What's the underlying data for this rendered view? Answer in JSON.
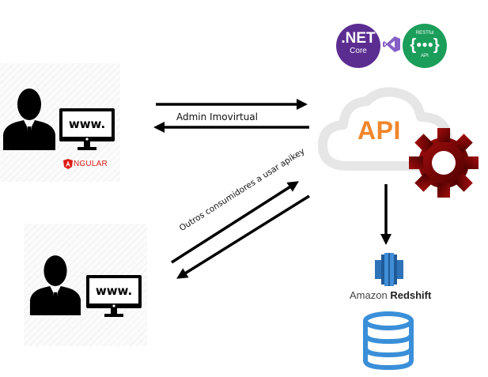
{
  "diagram": {
    "clients": [
      {
        "id": "admin-client",
        "monitor_text": "www.",
        "framework_label": "NGULAR",
        "framework_initial": "A",
        "framework_color": "#dd1b16"
      },
      {
        "id": "external-client",
        "monitor_text": "www."
      }
    ],
    "connections": [
      {
        "from": "admin-client",
        "to": "api",
        "label": "Admin Imovirtual",
        "direction": "bidirectional"
      },
      {
        "from": "external-client",
        "to": "api",
        "label": "Outros consumidores a usar apikey",
        "direction": "bidirectional"
      },
      {
        "from": "api",
        "to": "redshift",
        "label": "",
        "direction": "one-way"
      }
    ],
    "api": {
      "label": "API",
      "label_color": "#f0862a",
      "gear_color": "#8b0000"
    },
    "tech_badges": [
      {
        "name": "dotnet-core",
        "line1": ".NET",
        "line2": "Core",
        "color": "#5c2d91"
      },
      {
        "name": "visual-studio",
        "color": "#865fc5"
      },
      {
        "name": "restful-api",
        "top": "RESTful",
        "bottom": "API",
        "color": "#1a9e5a"
      }
    ],
    "storage": {
      "service_prefix": "Amazon",
      "service_name": "Redshift",
      "service_color": "#2e73b8",
      "database_color": "#3a8fd8"
    }
  }
}
